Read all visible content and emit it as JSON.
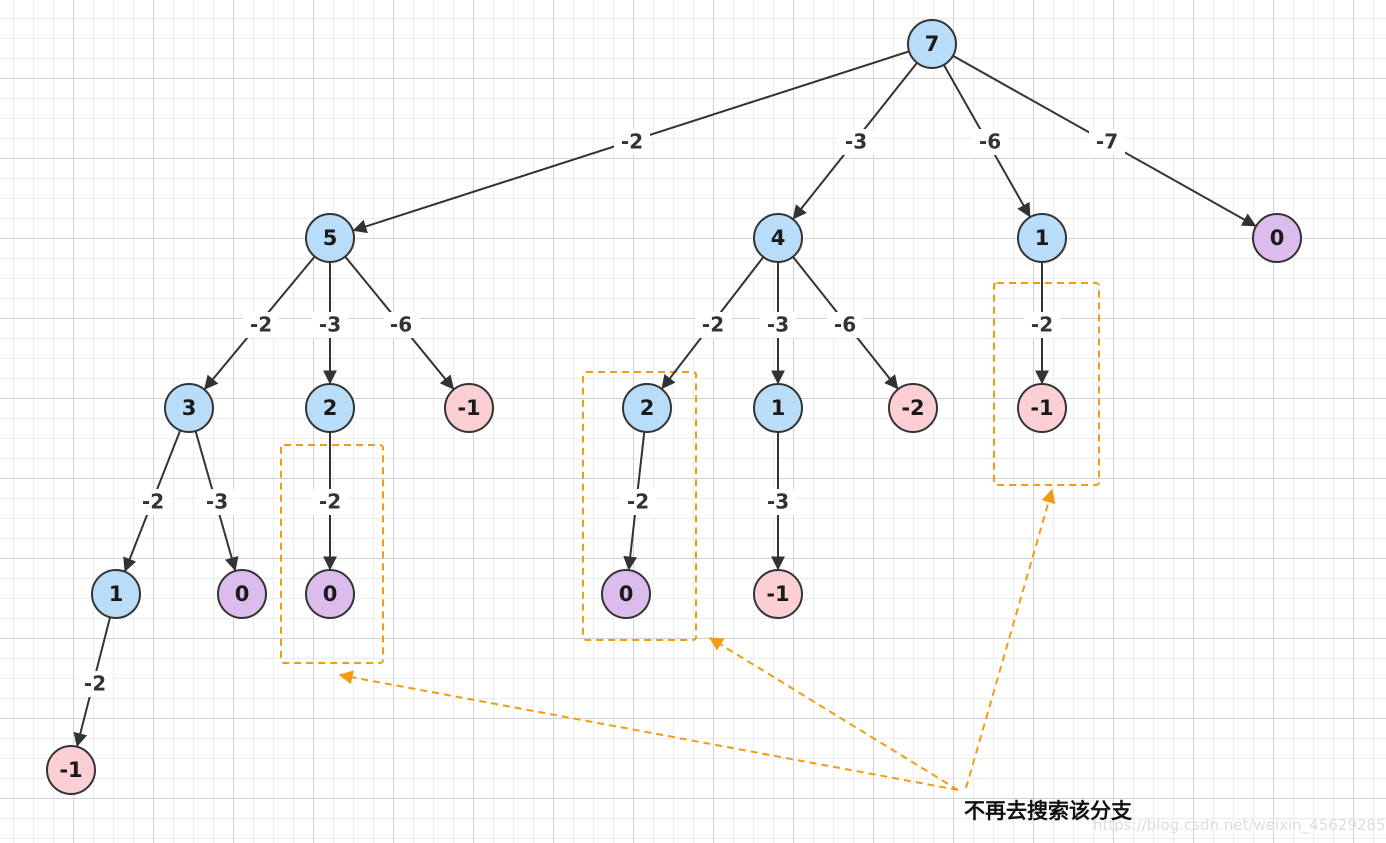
{
  "colors": {
    "explored": "#b9dcf8",
    "exceeded": "#fccfd4",
    "solution": "#dcbcec",
    "highlight": "#f39c12"
  },
  "nodes": [
    {
      "id": "n7",
      "label": "7",
      "status": "explored"
    },
    {
      "id": "n5",
      "label": "5",
      "status": "explored"
    },
    {
      "id": "n4",
      "label": "4",
      "status": "explored"
    },
    {
      "id": "n1a",
      "label": "1",
      "status": "explored"
    },
    {
      "id": "n0a",
      "label": "0",
      "status": "solution"
    },
    {
      "id": "n3",
      "label": "3",
      "status": "explored"
    },
    {
      "id": "n2a",
      "label": "2",
      "status": "explored"
    },
    {
      "id": "nm1a",
      "label": "-1",
      "status": "exceeded"
    },
    {
      "id": "n2b",
      "label": "2",
      "status": "explored"
    },
    {
      "id": "n1b",
      "label": "1",
      "status": "explored"
    },
    {
      "id": "nm2",
      "label": "-2",
      "status": "exceeded"
    },
    {
      "id": "nm1b",
      "label": "-1",
      "status": "exceeded"
    },
    {
      "id": "n1c",
      "label": "1",
      "status": "explored"
    },
    {
      "id": "n0b",
      "label": "0",
      "status": "solution"
    },
    {
      "id": "n0c",
      "label": "0",
      "status": "solution"
    },
    {
      "id": "n0d",
      "label": "0",
      "status": "solution"
    },
    {
      "id": "nm1c",
      "label": "-1",
      "status": "exceeded"
    },
    {
      "id": "nm1d",
      "label": "-1",
      "status": "exceeded"
    }
  ],
  "edges": [
    {
      "from": "n7",
      "to": "n5",
      "label": "-2"
    },
    {
      "from": "n7",
      "to": "n4",
      "label": "-3"
    },
    {
      "from": "n7",
      "to": "n1a",
      "label": "-6"
    },
    {
      "from": "n7",
      "to": "n0a",
      "label": "-7"
    },
    {
      "from": "n5",
      "to": "n3",
      "label": "-2"
    },
    {
      "from": "n5",
      "to": "n2a",
      "label": "-3"
    },
    {
      "from": "n5",
      "to": "nm1a",
      "label": "-6"
    },
    {
      "from": "n4",
      "to": "n2b",
      "label": "-2"
    },
    {
      "from": "n4",
      "to": "n1b",
      "label": "-3"
    },
    {
      "from": "n4",
      "to": "nm2",
      "label": "-6"
    },
    {
      "from": "n1a",
      "to": "nm1b",
      "label": "-2"
    },
    {
      "from": "n3",
      "to": "n1c",
      "label": "-2"
    },
    {
      "from": "n3",
      "to": "n0b",
      "label": "-3"
    },
    {
      "from": "n2a",
      "to": "n0c",
      "label": "-2"
    },
    {
      "from": "n2b",
      "to": "n0d",
      "label": "-2"
    },
    {
      "from": "n1b",
      "to": "nm1c",
      "label": "-3"
    },
    {
      "from": "n1c",
      "to": "nm1d",
      "label": "-2"
    }
  ],
  "pruned_groups": [
    "n2a",
    "n2b",
    "n1a"
  ],
  "annotation": "不再去搜索该分支",
  "watermark": "https://blog.csdn.net/weixin_45629285"
}
